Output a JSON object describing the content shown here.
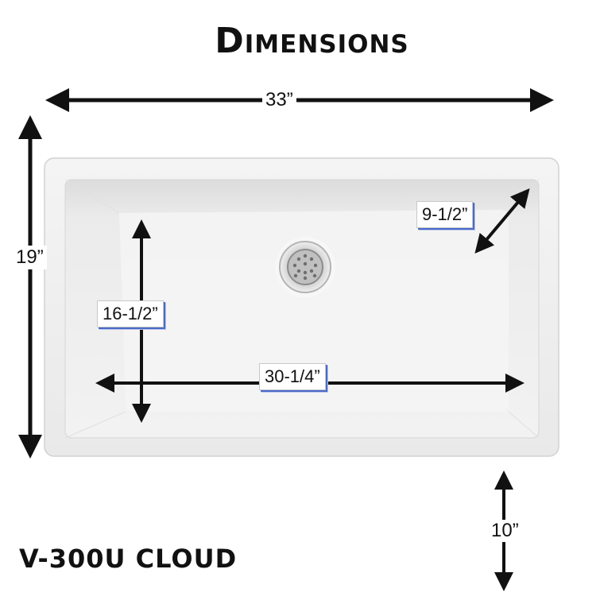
{
  "title": "Dimensions",
  "model_label": "V-300U CLOUD",
  "dimensions": {
    "overall_width": "33”",
    "overall_depth": "19”",
    "bowl_depth_front_back": "16-1/2”",
    "bowl_width": "30-1/4”",
    "bowl_height": "9-1/2”",
    "cabinet_min": "10”"
  }
}
